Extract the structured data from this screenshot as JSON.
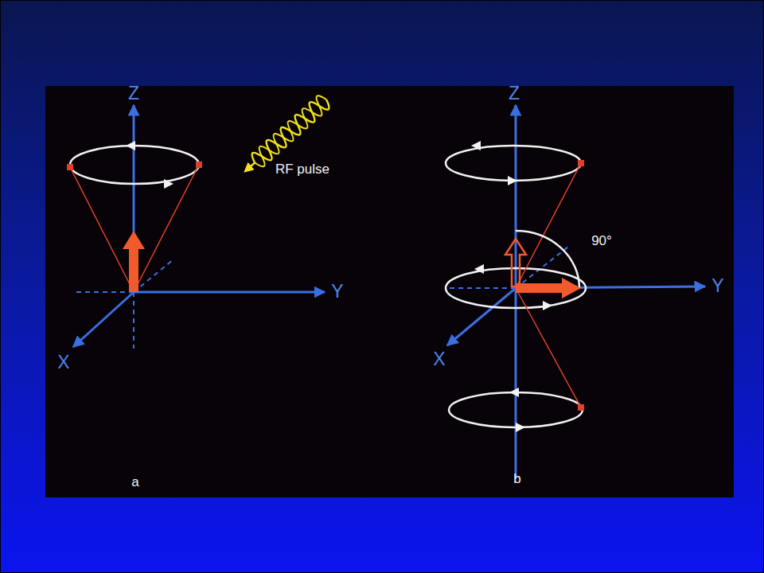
{
  "diagram": {
    "labels": [
      "Z",
      "RF pulse",
      "Y",
      "X",
      "a",
      "Z",
      "90°",
      "Y",
      "X",
      "b"
    ]
  }
}
